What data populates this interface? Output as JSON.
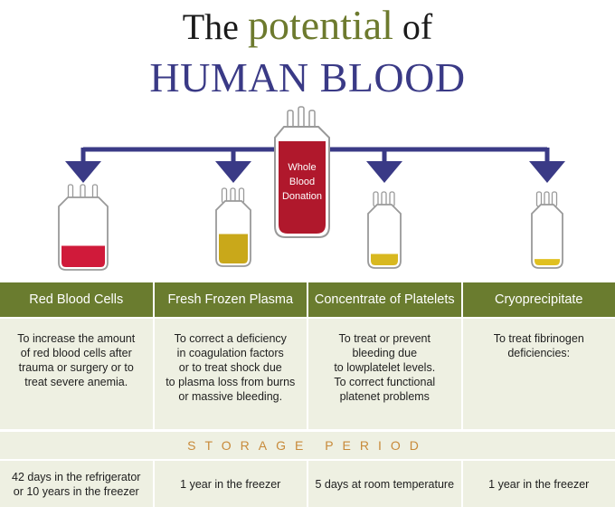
{
  "title": {
    "the": "The",
    "potential": "potential",
    "of": "of",
    "line2": "HUMAN BLOOD"
  },
  "source": {
    "label_line1": "Whole",
    "label_line2": "Blood",
    "label_line3": "Donation"
  },
  "colors": {
    "arrow": "#3a3a86",
    "blood": "#b0182c",
    "plasma": "#c9a81a",
    "header": "#6a7c2f",
    "cell_bg": "#eef0e2",
    "storage_text": "#c88a3a"
  },
  "components": [
    {
      "name": "Red Blood Cells",
      "use": "To increase the amount\nof red blood cells after\ntrauma or surgery or to\ntreat severe anemia.",
      "storage": "42 days in the refrigerator\nor 10 years in the freezer",
      "fill_color": "#d01a3a",
      "fill_level": 0.35
    },
    {
      "name": "Fresh Frozen Plasma",
      "use": "To correct a deficiency\nin coagulation factors\nor to treat shock due\nto plasma loss from burns\nor massive bleeding.",
      "storage": "1 year in the freezer",
      "fill_color": "#c9a81a",
      "fill_level": 0.55
    },
    {
      "name": "Concentrate of Platelets",
      "use": "To treat or prevent\nbleeding due\nto lowplatelet levels.\nTo correct functional\nplatenet problems",
      "storage": "5 days at room temperature",
      "fill_color": "#d8b820",
      "fill_level": 0.22
    },
    {
      "name": "Cryoprecipitate",
      "use": "To treat fibrinogen\ndeficiencies:",
      "storage": "1 year in the freezer",
      "fill_color": "#e0c020",
      "fill_level": 0.12
    }
  ],
  "storage_period_label": "STORAGE PERIOD"
}
